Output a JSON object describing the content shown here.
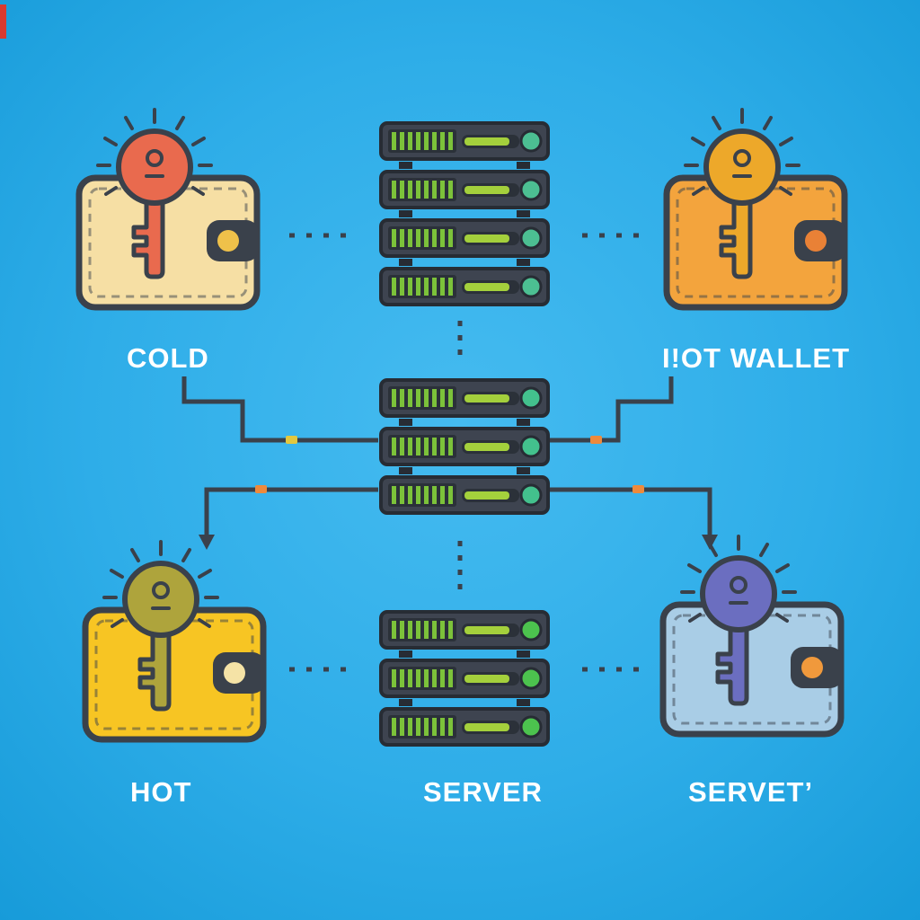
{
  "labels": {
    "cold": "COLD",
    "hot_wallet": "I!OT WALLET",
    "hot": "HOT",
    "server": "SERVER",
    "servet": "SERVET’"
  },
  "server_stacks": [
    {
      "id": "top",
      "units": 4,
      "indicator_color": "#4cbf92"
    },
    {
      "id": "middle",
      "units": 3,
      "indicator_color": "#43c18d"
    },
    {
      "id": "bottom",
      "units": 3,
      "indicator_color": "#4cc34e"
    }
  ],
  "icons": {
    "wallet": "wallet-with-key-icon",
    "server": "server-rack-icon",
    "key": "key-icon",
    "arrow": "arrow-down-icon"
  },
  "colors": {
    "bg_center": "#45bbf0",
    "bg_mid": "#2eade8",
    "bg_edge": "#179bd9",
    "text": "#ffffff",
    "outline": "#3a414b",
    "line": "#3a414b",
    "server_body": "#3e4450",
    "server_edge": "#272c34",
    "server_slot": "#2b3139",
    "server_bars": "#7cc23a",
    "server_bar": "#a4d03c",
    "server_circle_top": "#4cbf92",
    "server_circle_middle": "#43c18d",
    "server_circle_bottom": "#4cc34e",
    "dot_yellow": "#e3c83e",
    "dot_orange": "#ee8a3c",
    "artifact_red": "#d93a30",
    "wallet_cold_body": "#f6dfa4",
    "wallet_cold_key": "#e96a4e",
    "wallet_cold_clasp": "#efc14a",
    "wallet_hot_body": "#f3a43d",
    "wallet_hot_key": "#eda82a",
    "wallet_hot_clasp": "#e98136",
    "wallet_hot2_body": "#f7c523",
    "wallet_hot2_key": "#aea43c",
    "wallet_hot2_clasp": "#f5e3a6",
    "wallet_servet_body": "#a9cde6",
    "wallet_servet_key": "#6b6ec0",
    "wallet_servet_clasp": "#f0993c"
  }
}
